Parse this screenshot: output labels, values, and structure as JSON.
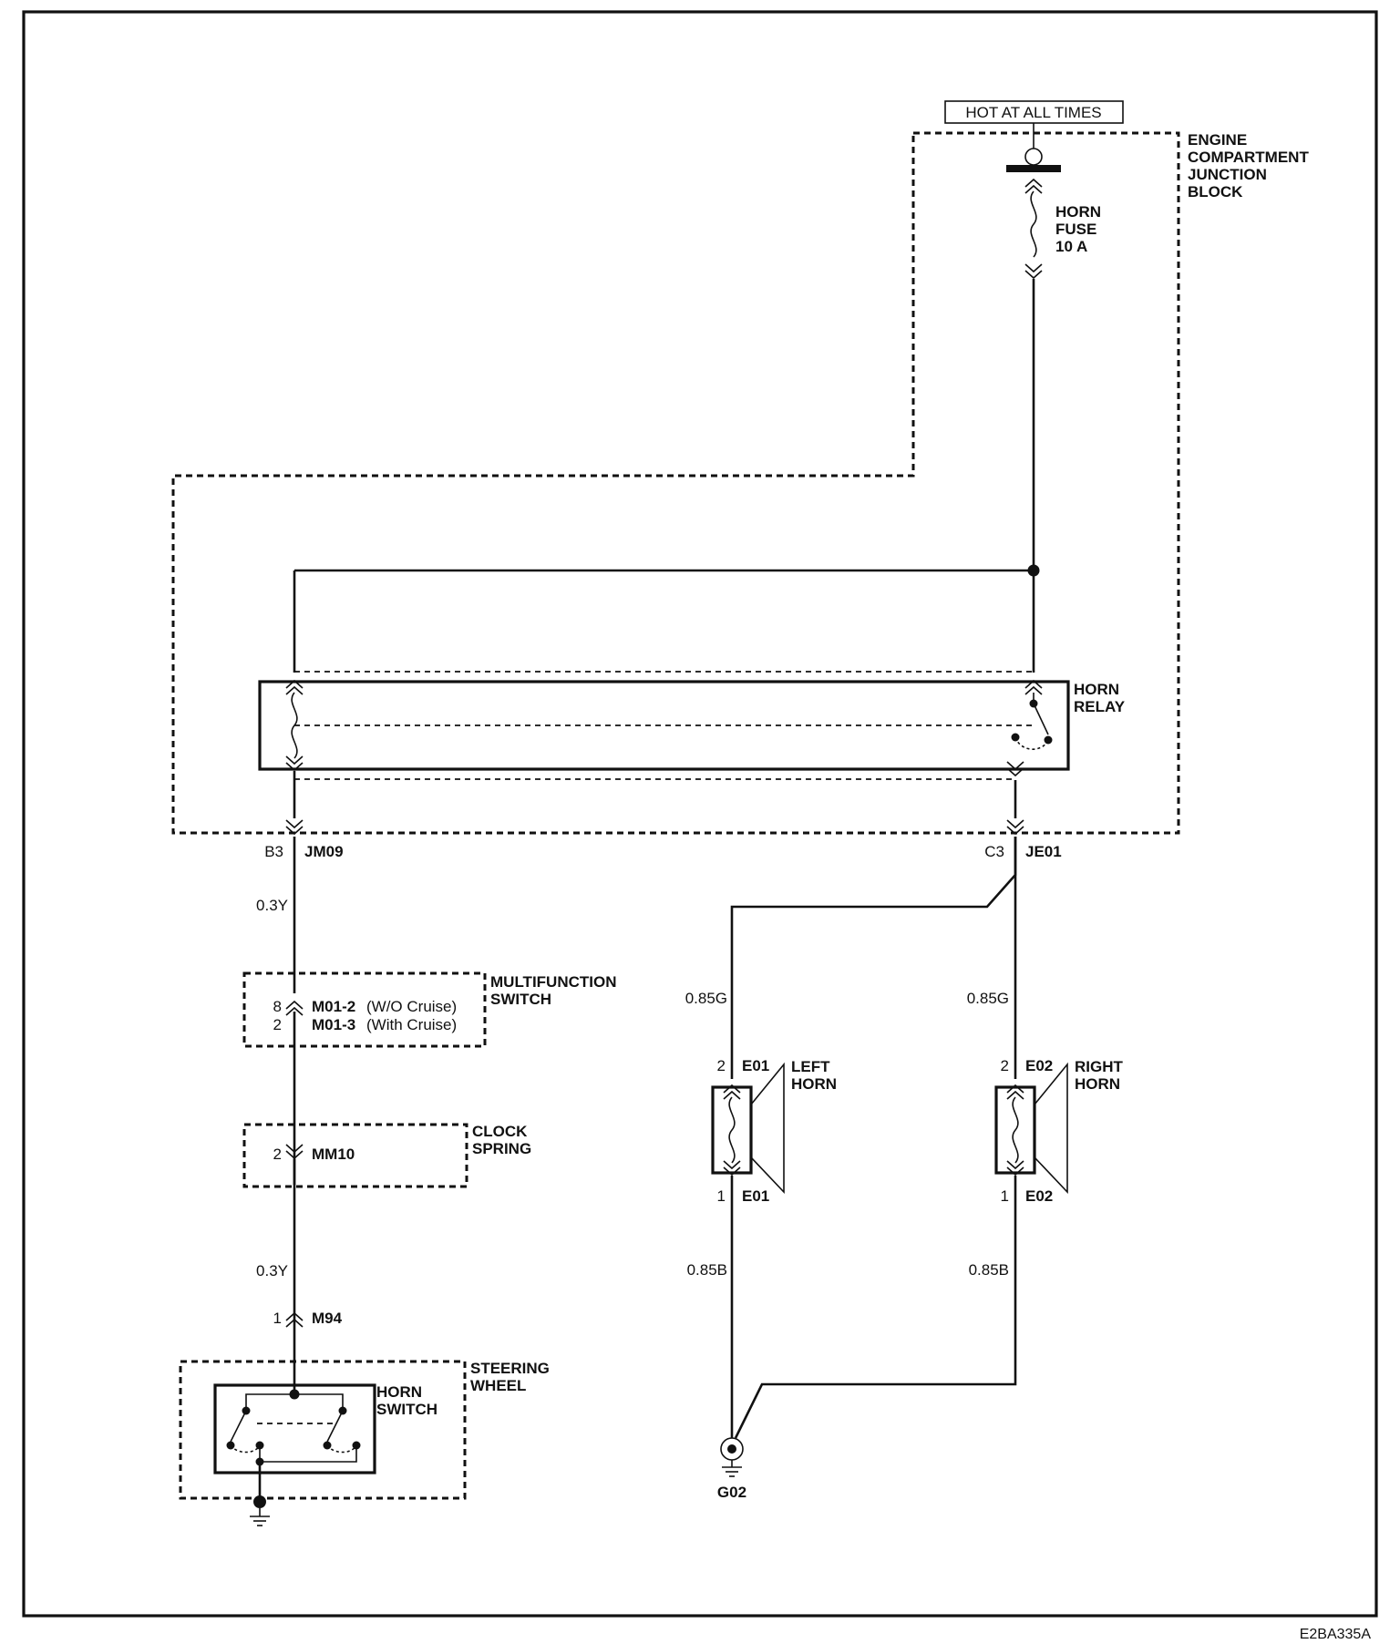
{
  "power": {
    "label": "HOT AT ALL TIMES"
  },
  "junction_block": {
    "line1": "ENGINE",
    "line2": "COMPARTMENT",
    "line3": "JUNCTION",
    "line4": "BLOCK"
  },
  "fuse": {
    "line1": "HORN",
    "line2": "FUSE",
    "line3": "10 A"
  },
  "relay": {
    "line1": "HORN",
    "line2": "RELAY"
  },
  "connectors": {
    "b3_pin": "B3",
    "b3_name": "JM09",
    "c3_pin": "C3",
    "c3_name": "JE01",
    "m01_pin1": "8",
    "m01_name1": "M01-2",
    "m01_note1": "(W/O Cruise)",
    "m01_pin2": "2",
    "m01_name2": "M01-3",
    "m01_note2": "(With Cruise)",
    "mm10_pin": "2",
    "mm10_name": "MM10",
    "m94_pin": "1",
    "m94_name": "M94",
    "e01_top_pin": "2",
    "e01_top_name": "E01",
    "e01_bot_pin": "1",
    "e01_bot_name": "E01",
    "e02_top_pin": "2",
    "e02_top_name": "E02",
    "e02_bot_pin": "1",
    "e02_bot_name": "E02"
  },
  "wires": {
    "w1": "0.3Y",
    "w2": "0.3Y",
    "w3": "0.85G",
    "w4": "0.85G",
    "w5": "0.85B",
    "w6": "0.85B"
  },
  "components": {
    "multifunction_l1": "MULTIFUNCTION",
    "multifunction_l2": "SWITCH",
    "clock_l1": "CLOCK",
    "clock_l2": "SPRING",
    "steering_l1": "STEERING",
    "steering_l2": "WHEEL",
    "horn_switch_l1": "HORN",
    "horn_switch_l2": "SWITCH",
    "left_horn_l1": "LEFT",
    "left_horn_l2": "HORN",
    "right_horn_l1": "RIGHT",
    "right_horn_l2": "HORN"
  },
  "ground": {
    "label": "G02"
  },
  "figure_id": "E2BA335A"
}
